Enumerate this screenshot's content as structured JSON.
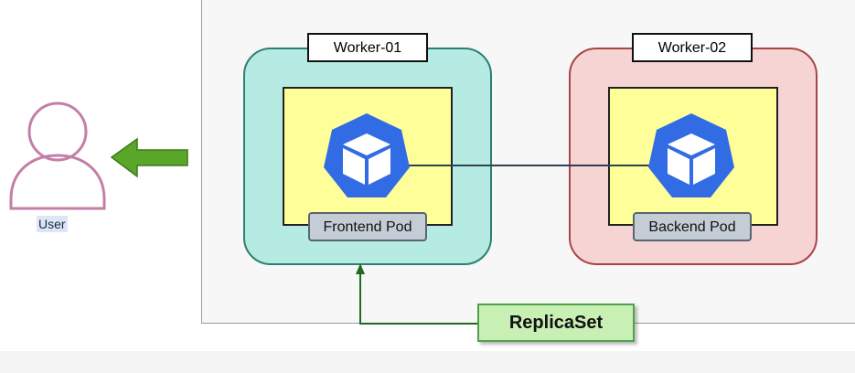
{
  "user": {
    "label": "User",
    "icon": "user-icon"
  },
  "workers": [
    {
      "title": "Worker-01",
      "pod_label": "Frontend Pod",
      "color": "#b5ebe3",
      "border": "#2c7f75"
    },
    {
      "title": "Worker-02",
      "pod_label": "Backend Pod",
      "color": "#f6d4d4",
      "border": "#a64545"
    }
  ],
  "replicaset": {
    "label": "ReplicaSet",
    "color": "#c9f0b4"
  },
  "colors": {
    "pod_area": "#ffff99",
    "k8s_blue": "#326ce5",
    "arrow_green": "#5aa629",
    "connector": "#2f4050"
  }
}
